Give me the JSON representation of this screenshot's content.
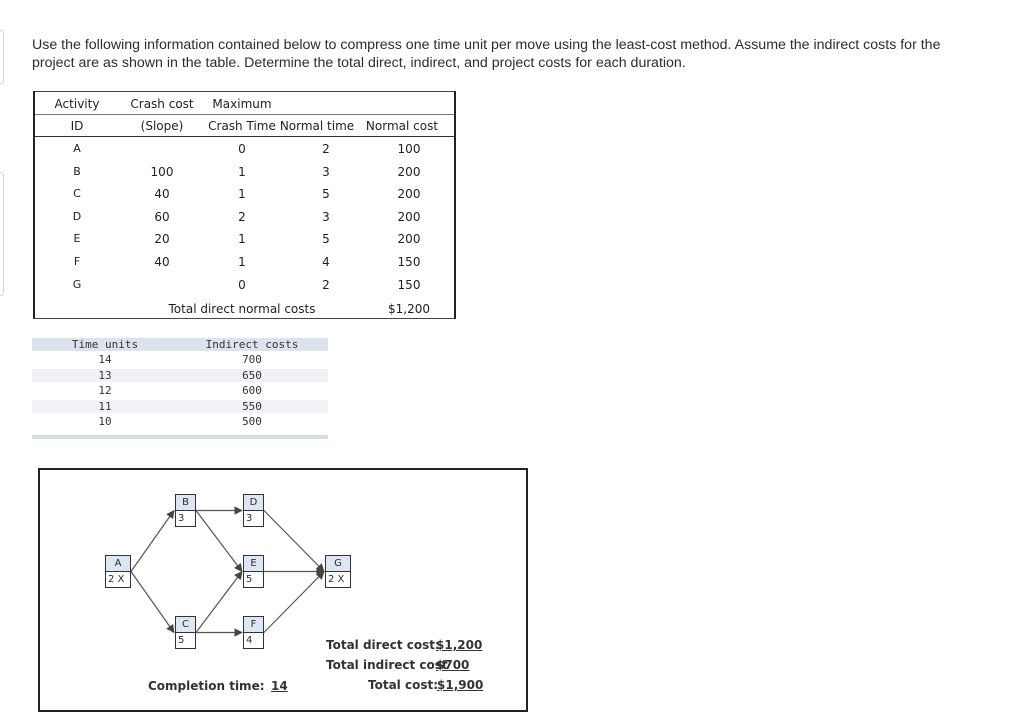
{
  "intro": "Use the following information contained below to compress one time unit per move using the least-cost method. Assume the indirect costs for the project are as shown in the table. Determine the total direct, indirect, and project costs for each duration.",
  "activity_table": {
    "headers": {
      "activity_1": "Activity",
      "activity_2": "ID",
      "crash_1": "Crash cost",
      "crash_2": "(Slope)",
      "max_1": "Maximum",
      "max_2": "Crash Time",
      "normal_time": "Normal time",
      "normal_cost": "Normal cost"
    },
    "rows": [
      {
        "id": "A",
        "slope": "",
        "max": "0",
        "time": "2",
        "cost": "100"
      },
      {
        "id": "B",
        "slope": "100",
        "max": "1",
        "time": "3",
        "cost": "200"
      },
      {
        "id": "C",
        "slope": "40",
        "max": "1",
        "time": "5",
        "cost": "200"
      },
      {
        "id": "D",
        "slope": "60",
        "max": "2",
        "time": "3",
        "cost": "200"
      },
      {
        "id": "E",
        "slope": "20",
        "max": "1",
        "time": "5",
        "cost": "200"
      },
      {
        "id": "F",
        "slope": "40",
        "max": "1",
        "time": "4",
        "cost": "150"
      },
      {
        "id": "G",
        "slope": "",
        "max": "0",
        "time": "2",
        "cost": "150"
      }
    ],
    "total_label": "Total direct normal costs",
    "total_value": "$1,200"
  },
  "indirect_table": {
    "headers": {
      "time": "Time units",
      "cost": "Indirect costs"
    },
    "rows": [
      {
        "time": "14",
        "cost": "700"
      },
      {
        "time": "13",
        "cost": "650"
      },
      {
        "time": "12",
        "cost": "600"
      },
      {
        "time": "11",
        "cost": "550"
      },
      {
        "time": "10",
        "cost": "500"
      }
    ]
  },
  "network": {
    "nodes": [
      {
        "id": "A",
        "label": "A",
        "duration": "2 X"
      },
      {
        "id": "B",
        "label": "B",
        "duration": "3"
      },
      {
        "id": "C",
        "label": "C",
        "duration": "5"
      },
      {
        "id": "D",
        "label": "D",
        "duration": "3"
      },
      {
        "id": "E",
        "label": "E",
        "duration": "5"
      },
      {
        "id": "F",
        "label": "F",
        "duration": "4"
      },
      {
        "id": "G",
        "label": "G",
        "duration": "2 X"
      }
    ],
    "edges": [
      [
        "A",
        "B"
      ],
      [
        "A",
        "C"
      ],
      [
        "B",
        "D"
      ],
      [
        "B",
        "E"
      ],
      [
        "C",
        "E"
      ],
      [
        "C",
        "F"
      ],
      [
        "D",
        "G"
      ],
      [
        "E",
        "G"
      ],
      [
        "F",
        "G"
      ]
    ],
    "completion_label": "Completion time:",
    "completion_value": "14",
    "total_direct_label": "Total direct cost:",
    "total_direct_value": "$1,200",
    "total_indirect_label": "Total indirect cost",
    "total_indirect_value": "$700",
    "total_cost_label": "Total cost:",
    "total_cost_value": "$1,900"
  }
}
